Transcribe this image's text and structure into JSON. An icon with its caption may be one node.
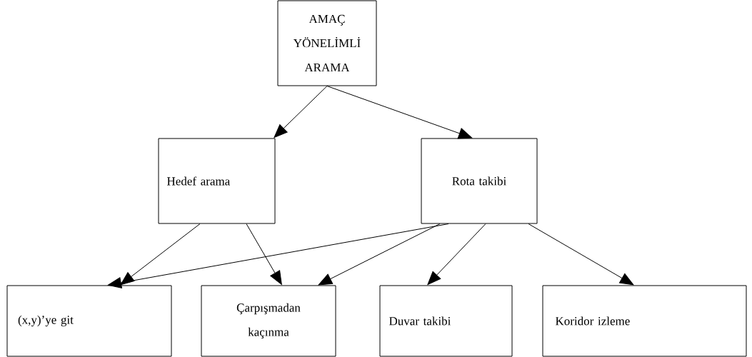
{
  "diagram": {
    "nodes": [
      {
        "text": [
          "AMAÇ YÖNELİMLİ ARAMA"
        ]
      },
      {
        "text": [
          "Hedef  arama"
        ]
      },
      {
        "text": [
          "Rota takibi"
        ]
      },
      {
        "text": [
          "(x,y)’ye git"
        ]
      },
      {
        "text": [
          "Çarpışmadan kaçınma"
        ]
      },
      {
        "text": [
          "Duvar takibi"
        ]
      },
      {
        "text": [
          "Koridor izleme"
        ]
      }
    ],
    "edges": [
      {
        "from": 0,
        "to": 1,
        "arrow": "to"
      },
      {
        "from": 0,
        "to": 2,
        "arrow": "to"
      },
      {
        "from": 1,
        "to": 3,
        "arrow": "to"
      },
      {
        "from": 1,
        "to": 4,
        "arrow": "to"
      },
      {
        "from": 2,
        "to": 3,
        "arrow": "to"
      },
      {
        "from": 2,
        "to": 4,
        "arrow": "to"
      },
      {
        "from": 2,
        "to": 5,
        "arrow": "to"
      },
      {
        "from": 2,
        "to": 6,
        "arrow": "to"
      }
    ]
  }
}
